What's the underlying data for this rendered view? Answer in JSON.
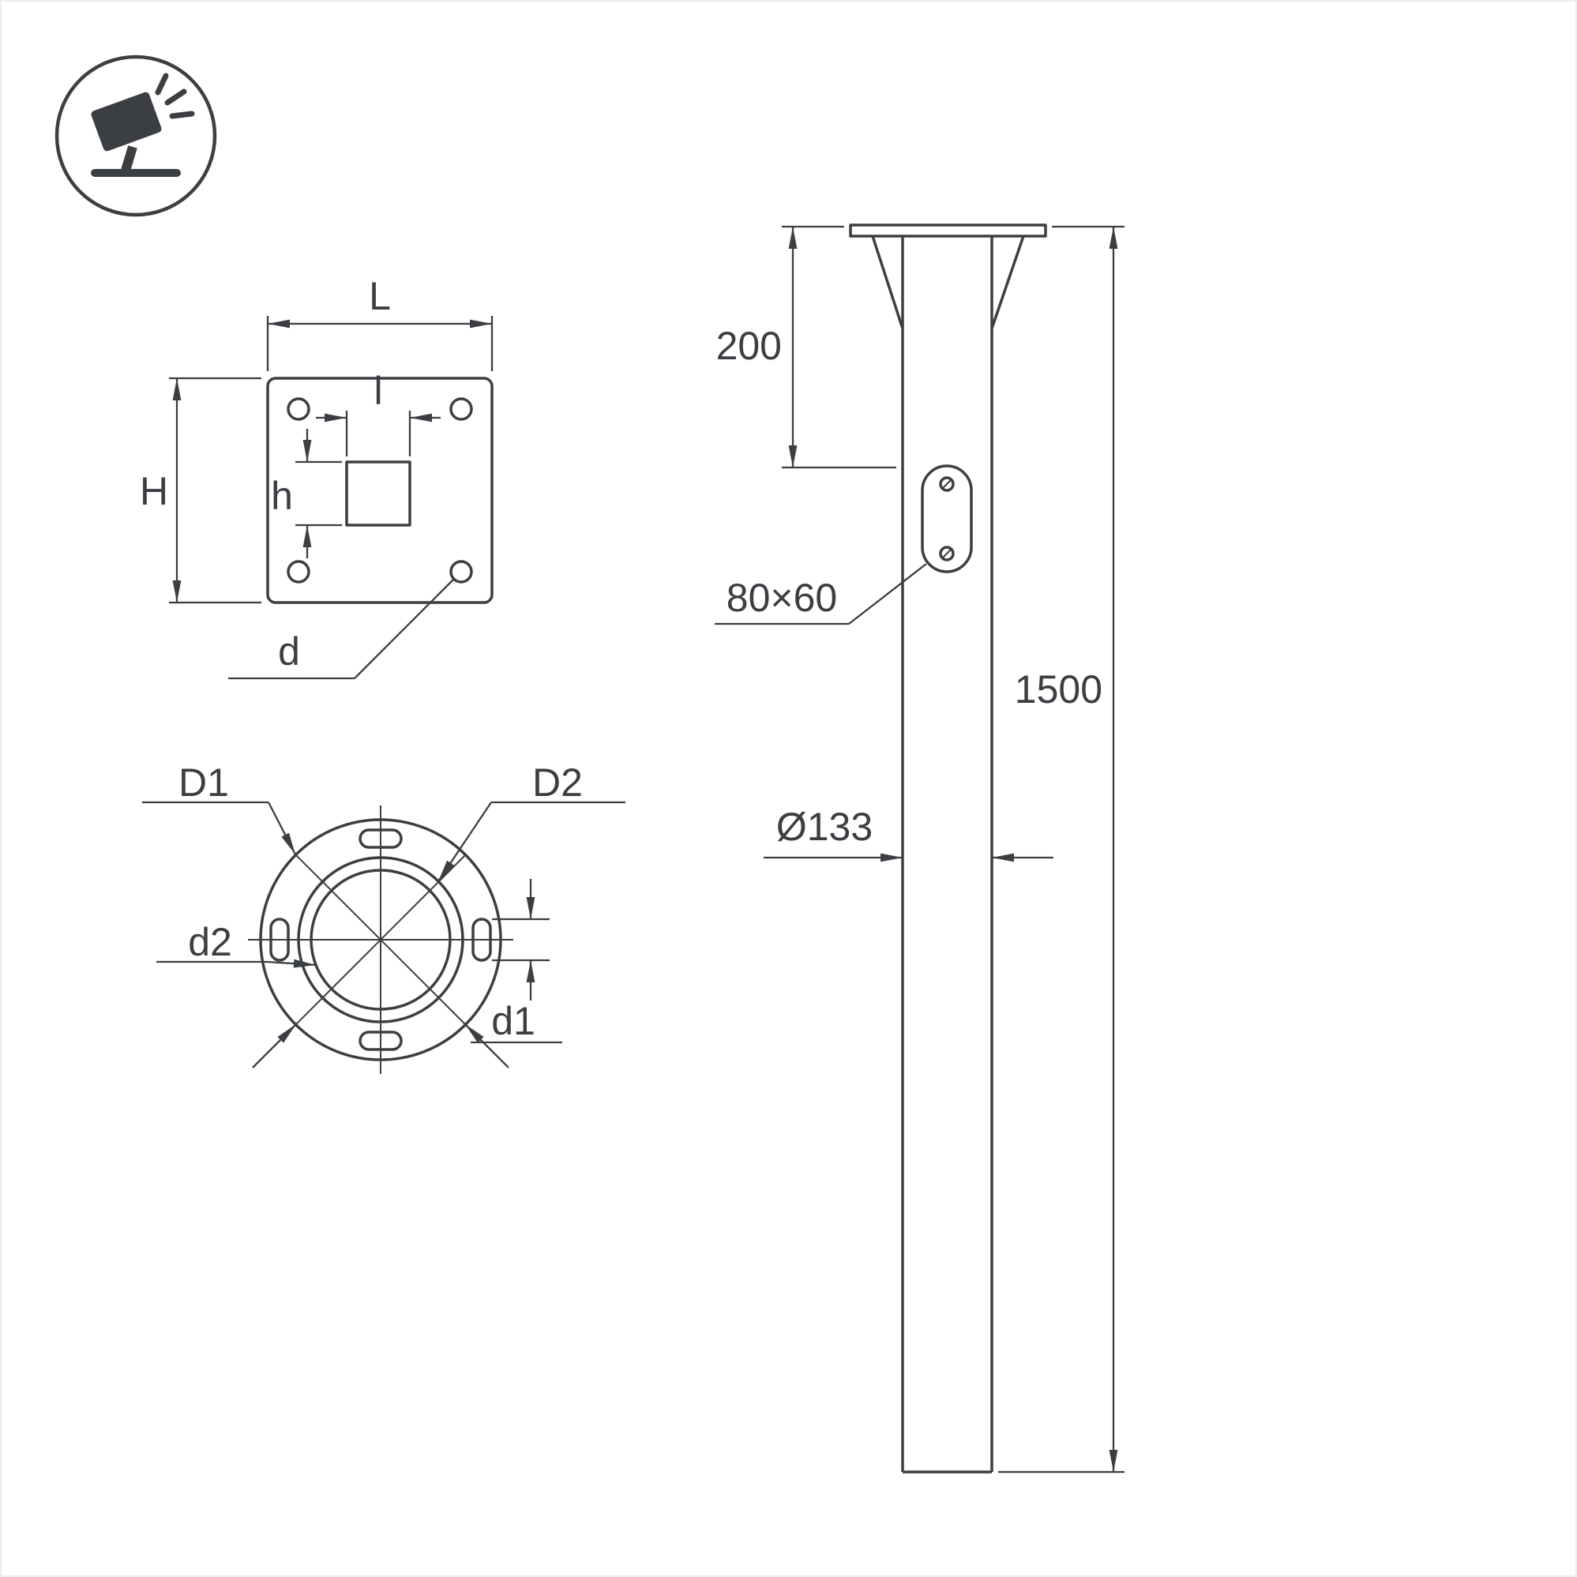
{
  "colors": {
    "line": "#3b3e42",
    "background": "#ffffff",
    "page_border": "#ececec"
  },
  "icon": {
    "name": "tilted-floodlight"
  },
  "top_view": {
    "width_label": "L",
    "inner_width_label": "l",
    "height_label": "H",
    "inner_height_label": "h",
    "corner_hole_label": "d"
  },
  "bottom_view": {
    "outer_diameter_label": "D1",
    "pipe_diameter_label": "D2",
    "inner_diameter_label": "d2",
    "slot_hole_label": "d1"
  },
  "side_view": {
    "top_offset": "200",
    "access_hole_size": "80×60",
    "total_height": "1500",
    "pole_diameter": "Ø133"
  }
}
